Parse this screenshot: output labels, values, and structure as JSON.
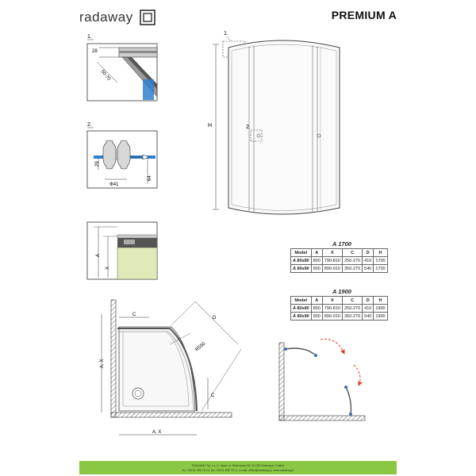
{
  "brand": {
    "name": "radaway"
  },
  "title": "PREMIUM A",
  "detail1": {
    "label": "1.",
    "dim_a": "28",
    "dim_b": "50-70"
  },
  "detail2": {
    "label": "2.",
    "dim_a": "29",
    "dim_b": "64",
    "dim_c": "Φ41"
  },
  "detail3": {
    "label_a": "A",
    "label_x": "X"
  },
  "front": {
    "label_1": "1.",
    "label_2": "2.",
    "label_h": "H"
  },
  "plan": {
    "label_c1": "C",
    "label_d": "D",
    "label_r": "R550",
    "label_c2": "C",
    "label_ax_v": "A, X",
    "label_ax_h": "A, X"
  },
  "tables": [
    {
      "title": "A 1700",
      "headers": [
        "Model",
        "A",
        "X",
        "C",
        "D",
        "H"
      ],
      "rows": [
        [
          "A 80x80",
          "800",
          "790-810",
          "250-270",
          "410",
          "1700"
        ],
        [
          "A 90x90",
          "900",
          "890-910",
          "350-270",
          "540",
          "1700"
        ]
      ]
    },
    {
      "title": "A 1900",
      "headers": [
        "Model",
        "A",
        "X",
        "C",
        "D",
        "H"
      ],
      "rows": [
        [
          "A 80x80",
          "800",
          "790-810",
          "250-270",
          "410",
          "1900"
        ],
        [
          "A 90x90",
          "900",
          "890-910",
          "350-270",
          "540",
          "1900"
        ]
      ]
    }
  ],
  "footer": {
    "line1": "RADAWAY Sp. z o. o. Jasin; ul. Rabowicka 59, 62-020 Swarzędz, Polska",
    "line2": "tel. +48 61 835 75 10, fax +48 61 835 75 11, e-mail: office@radaway.pl, www.radaway.pl"
  },
  "colors": {
    "accent_green": "#8ac745",
    "glass_blue": "#2f7fd0",
    "panel_green": "#dfeab8",
    "arrow_red": "#d9462b",
    "handle_blue": "#3f6fb5"
  }
}
